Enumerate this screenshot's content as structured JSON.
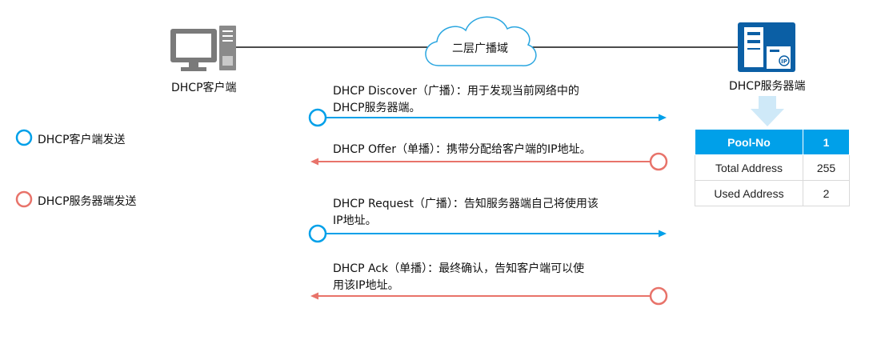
{
  "network": {
    "cloud_label": "二层广播域"
  },
  "client": {
    "label": "DHCP客户端"
  },
  "server": {
    "label": "DHCP服务器端",
    "badge_text": "IP"
  },
  "legend": {
    "client_send": "DHCP客户端发送",
    "server_send": "DHCP服务器端发送"
  },
  "colors": {
    "client": "#00a0e9",
    "server": "#e8736a",
    "cloud_stroke": "#2aa6e0",
    "table_header": "#00a0e9",
    "server_icon": "#0b5fa5"
  },
  "messages": [
    {
      "line1": "DHCP Discover（广播）：用于发现当前网络中的",
      "line2": "DHCP服务器端。"
    },
    {
      "line1": "DHCP Offer（单播）：携带分配给客户端的IP地址。",
      "line2": ""
    },
    {
      "line1": "DHCP Request（广播）：告知服务器端自己将使用该",
      "line2": "IP地址。"
    },
    {
      "line1": "DHCP Ack（单播）：最终确认，告知客户端可以使",
      "line2": "用该IP地址。"
    }
  ],
  "pool_table": {
    "header": [
      "Pool-No",
      "1"
    ],
    "rows": [
      [
        "Total Address",
        "255"
      ],
      [
        "Used Address",
        "2"
      ]
    ]
  }
}
